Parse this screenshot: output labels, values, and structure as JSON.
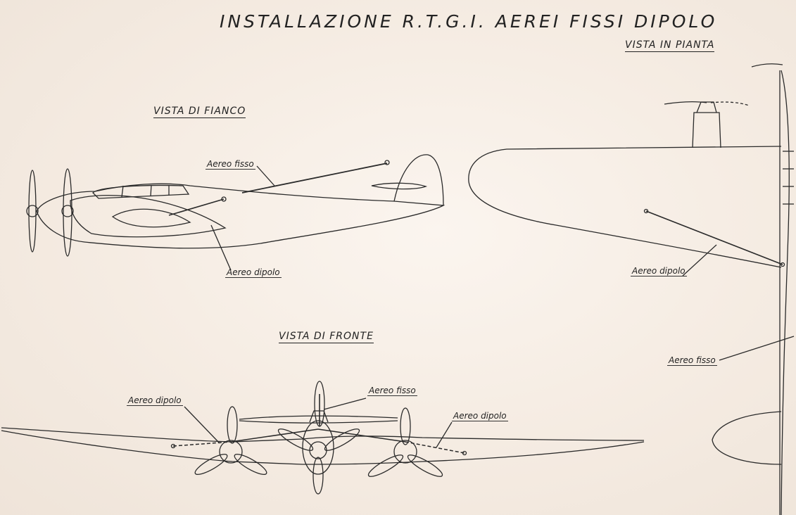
{
  "title": "INSTALLAZIONE R.T.G.I. AEREI FISSI DIPOLO",
  "views": {
    "side": "VISTA DI FIANCO",
    "top": "VISTA IN PIANTA",
    "front": "VISTA DI FRONTE"
  },
  "callouts": {
    "side_fixed": "Aereo fisso",
    "side_dipole": "Aereo dipolo",
    "top_dipole": "Aereo dipolo",
    "top_fixed": "Aereo fisso",
    "front_dipole_left": "Aereo dipolo",
    "front_fixed": "Aereo fisso",
    "front_dipole_right": "Aereo dipolo"
  },
  "colors": {
    "paper": "#f6ede4",
    "ink": "#222222"
  }
}
